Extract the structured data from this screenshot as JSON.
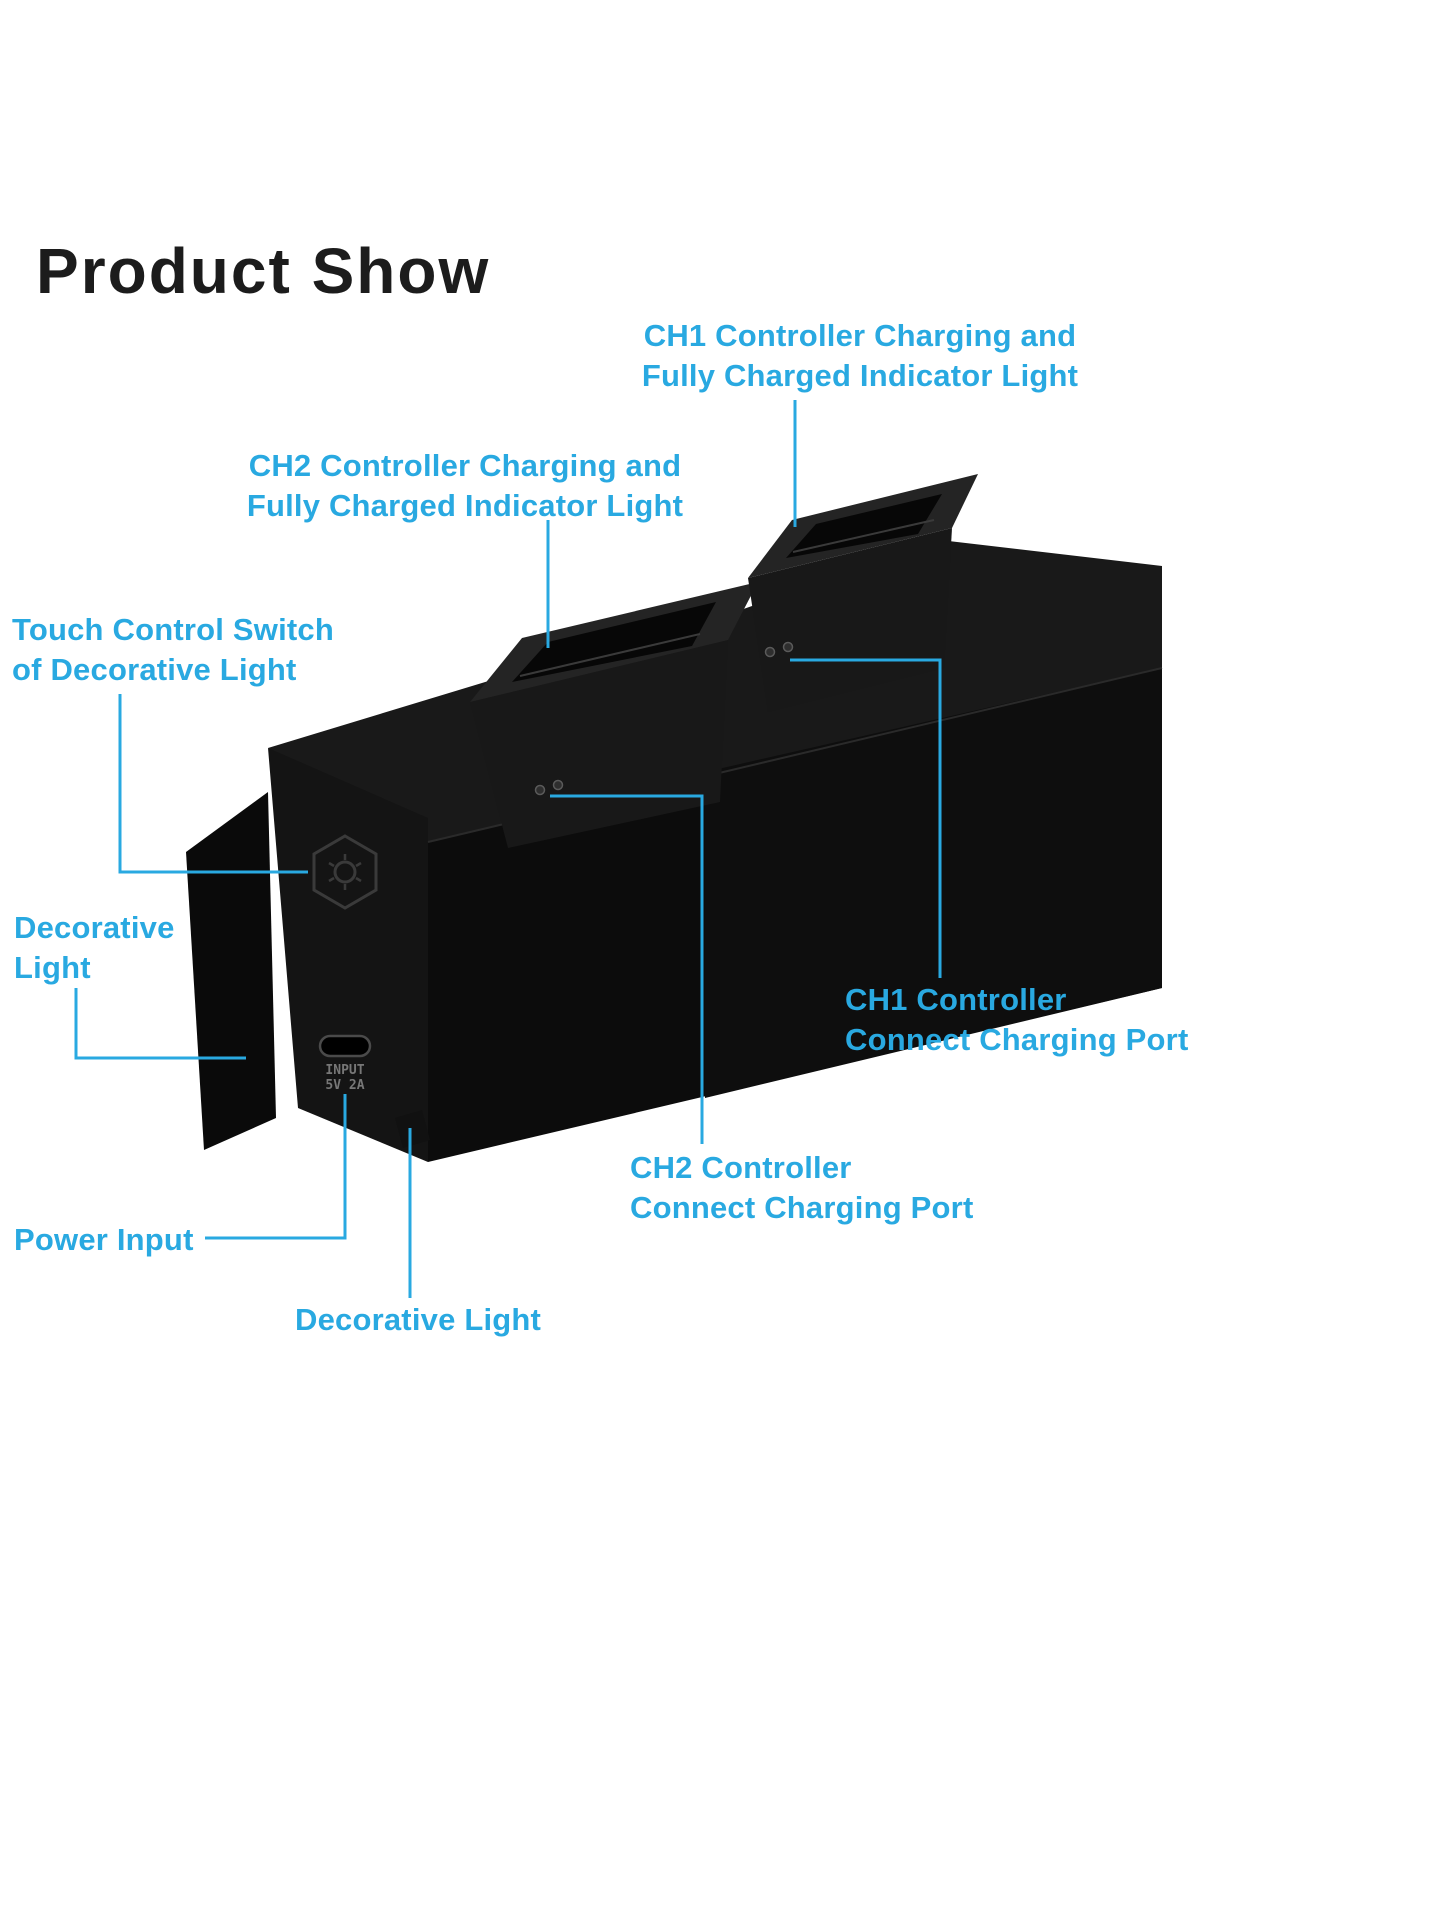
{
  "accent_color": "#29a9e1",
  "title": "Product Show",
  "labels": {
    "ch1_indicator": "CH1 Controller Charging and\nFully Charged Indicator Light",
    "ch2_indicator": "CH2 Controller Charging and\nFully Charged Indicator Light",
    "touch_switch": "Touch Control Switch\nof Decorative Light",
    "decorative_light_left": "Decorative\nLight",
    "ch1_port": "CH1 Controller\nConnect Charging Port",
    "ch2_port": "CH2 Controller\nConnect Charging Port",
    "power_input": "Power Input",
    "decorative_light_bottom": "Decorative Light"
  },
  "product": {
    "name": "dual controller charging dock",
    "port_label_line1": "INPUT",
    "port_label_line2": "5V 2A"
  }
}
